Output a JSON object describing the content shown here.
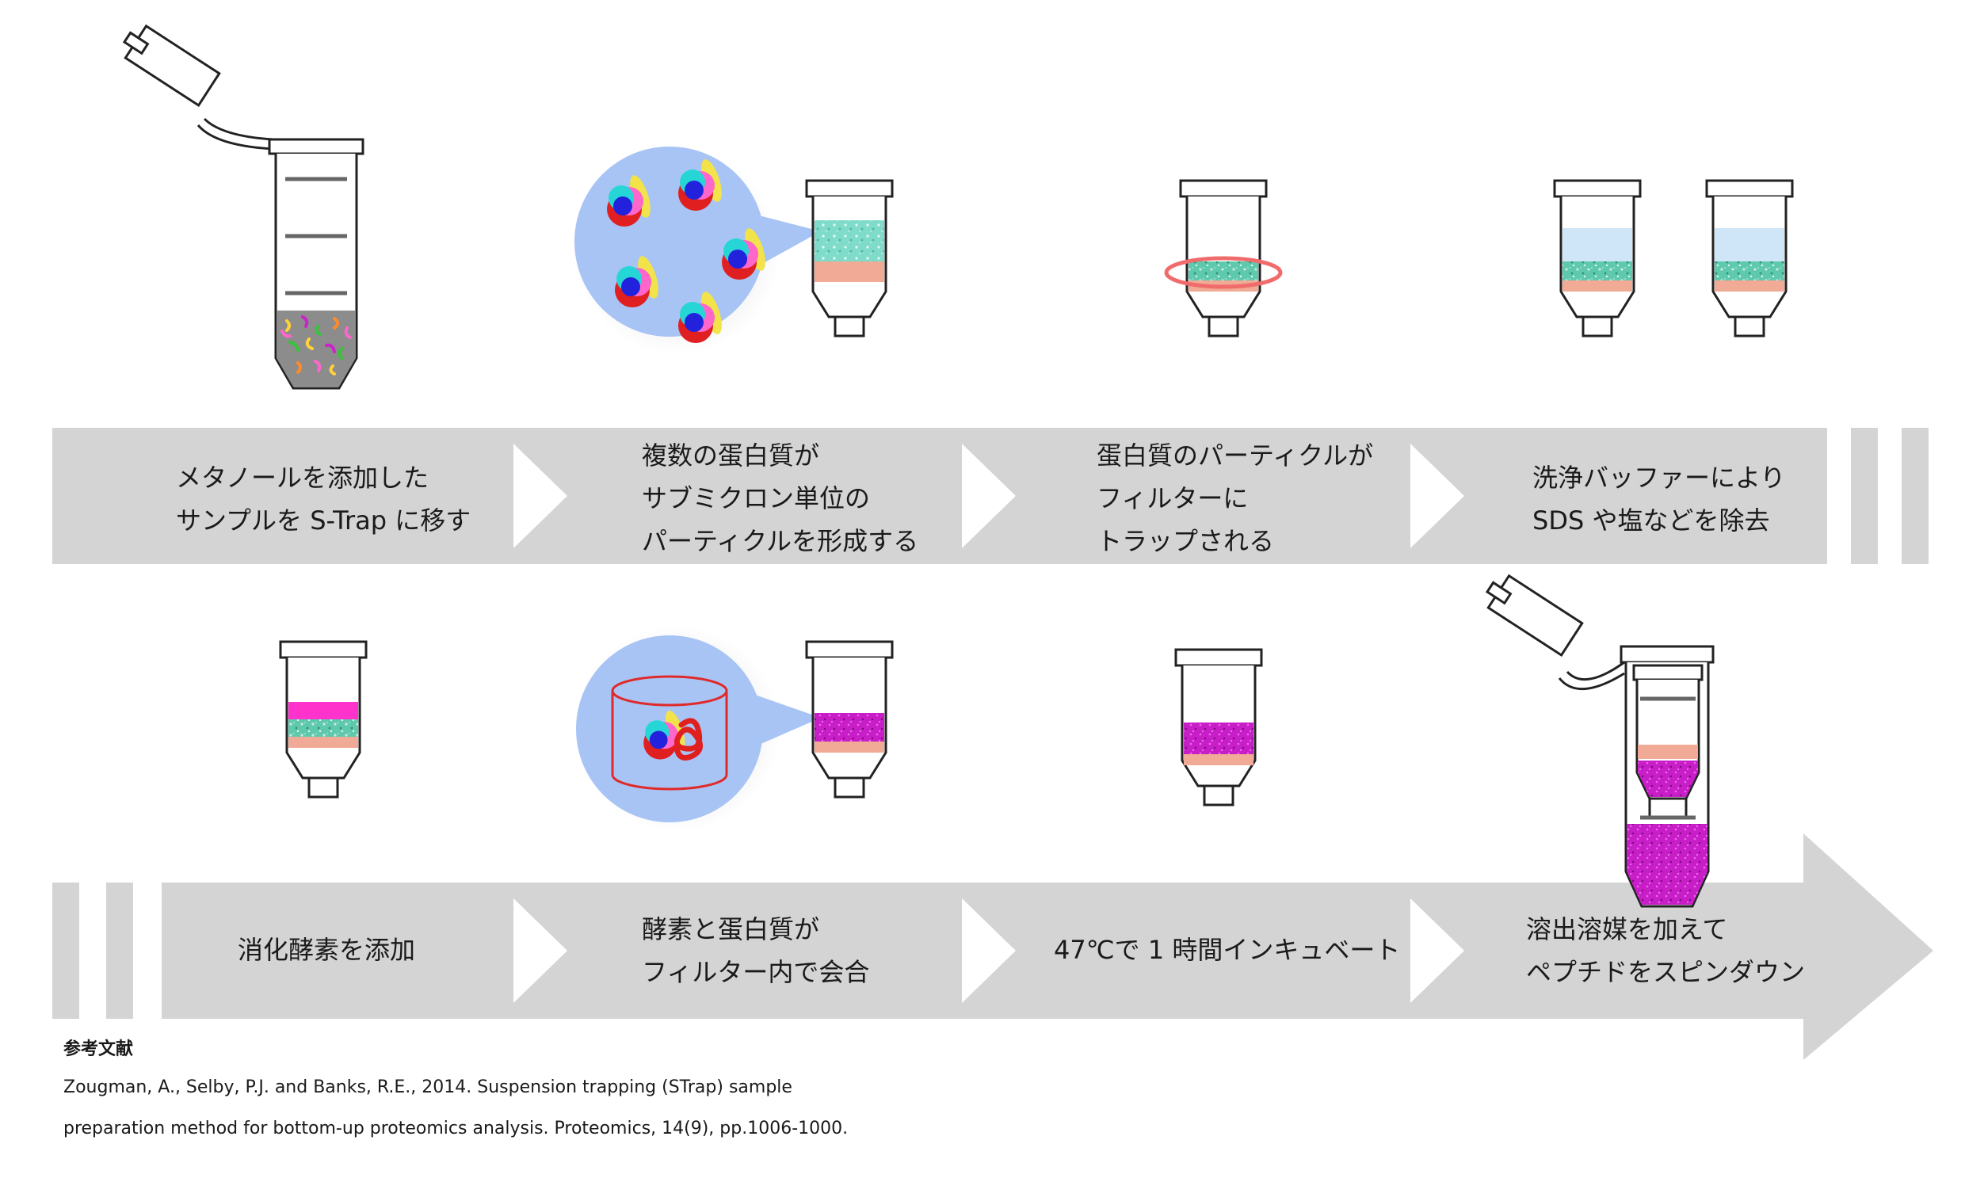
{
  "steps_row1": [
    {
      "lines": [
        "メタノールを添加した",
        "サンプルを S-Trap に移す"
      ]
    },
    {
      "lines": [
        "複数の蛋白質が",
        "サブミクロン単位の",
        "パーティクルを形成する"
      ]
    },
    {
      "lines": [
        "蛋白質のパーティクルが",
        "フィルターに",
        "トラップされる"
      ]
    },
    {
      "lines": [
        "洗浄バッファーにより",
        "SDS や塩などを除去"
      ]
    }
  ],
  "steps_row2": [
    {
      "lines": [
        "消化酵素を添加"
      ]
    },
    {
      "lines": [
        "酵素と蛋白質が",
        "フィルター内で会合"
      ]
    },
    {
      "lines": [
        "47℃で 1 時間インキュベート"
      ]
    },
    {
      "lines": [
        "溶出溶媒を加えて",
        "ペプチドをスピンダウン"
      ]
    }
  ],
  "reference": {
    "title": "参考文献",
    "line1": "Zougman, A., Selby, P.J. and Banks, R.E., 2014. Suspension trapping (STrap) sample",
    "line2": "preparation method for bottom-up proteomics analysis. Proteomics, 14(9), pp.1006-1000."
  },
  "colors": {
    "band": "#d4d4d4",
    "bubble": "#a8c4f5",
    "teal": "#6fd3b8",
    "salmon": "#f0aa95",
    "wash": "#cfe6f8",
    "magenta": "#cc22cc",
    "pink": "#ff33cc",
    "red_ring": "#f06b6b",
    "sample_gray": "#8c8c8c"
  }
}
